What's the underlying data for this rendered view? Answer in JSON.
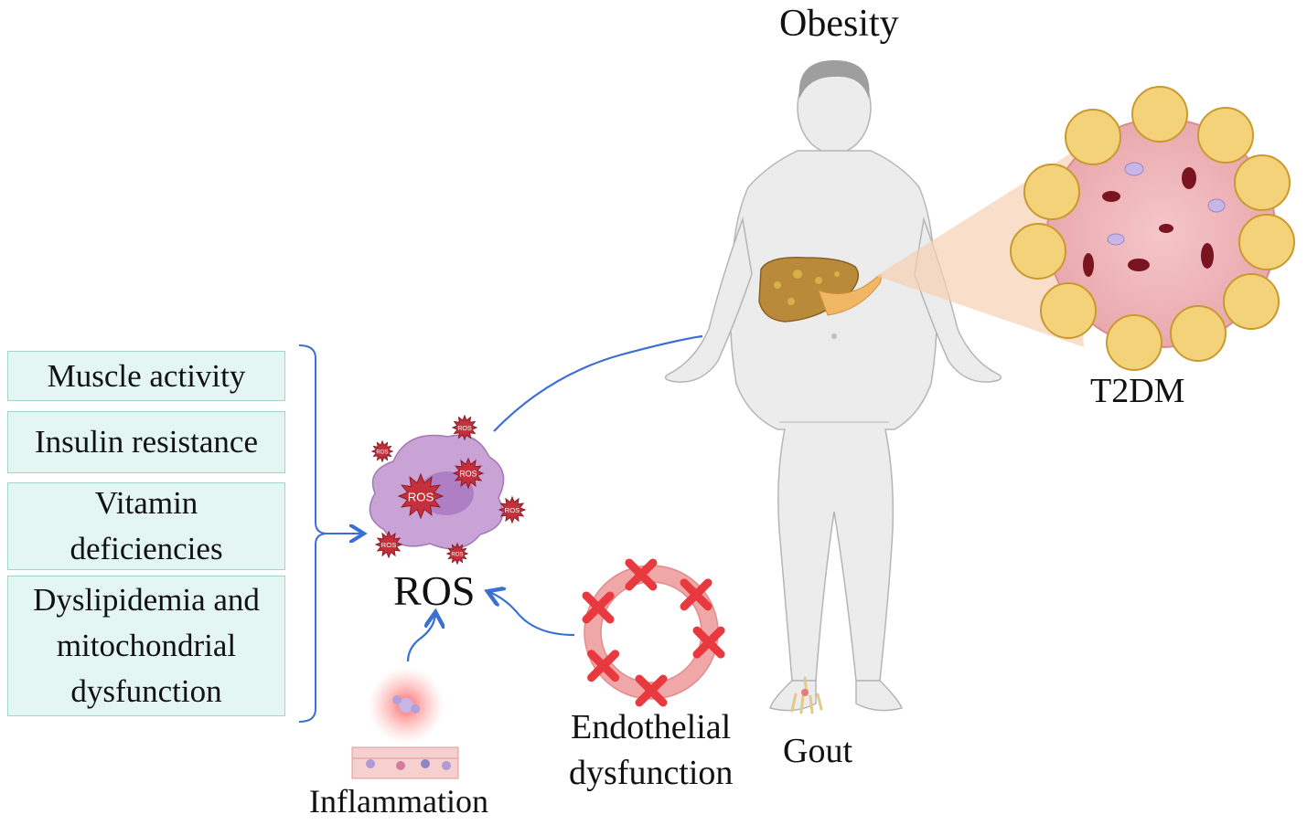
{
  "labels": {
    "obesity": "Obesity",
    "t2dm": "T2DM",
    "ros": "ROS",
    "gout": "Gout",
    "inflammation": "Inflammation",
    "endothelial_line1": "Endothelial",
    "endothelial_line2": "dysfunction",
    "ros_badge": "ROS"
  },
  "factors": [
    {
      "lines": [
        "Muscle activity"
      ]
    },
    {
      "lines": [
        "Insulin resistance"
      ]
    },
    {
      "lines": [
        "Vitamin",
        "deficiencies"
      ]
    },
    {
      "lines": [
        "Dyslipidemia and",
        "mitochondrial",
        "dysfunction"
      ]
    }
  ],
  "colors": {
    "box_fill": "#e3f6f1",
    "box_border": "#9fd6c9",
    "arrow": "#3b6fd6",
    "body": "#ececec",
    "liver": "#b98a3a",
    "ros_cell": "#c9a2d6",
    "ros_star": "#c62f3c",
    "endothelium": "#f0a7a7",
    "cross": "#e8393f",
    "adipocyte": "#f4d27a"
  }
}
